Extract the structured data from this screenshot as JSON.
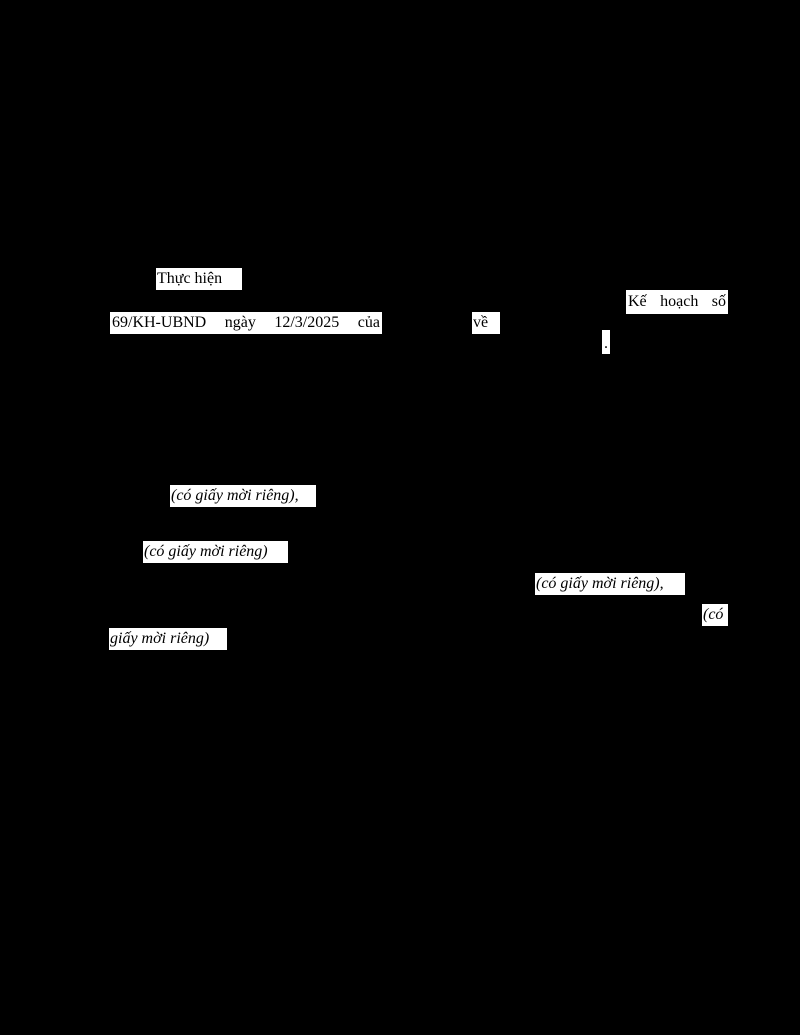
{
  "document": {
    "thuc_hien": "Thực hiện",
    "ke_hoach_words": [
      "Kế",
      "hoạch",
      "số"
    ],
    "line_words": [
      "69/KH-UBND",
      "ngày",
      "12/3/2025",
      "của"
    ],
    "ve": "về",
    "period": ".",
    "invites": [
      "(có giấy mời riêng),",
      "(có giấy mời riêng)",
      "(có giấy mời riêng),",
      "(có",
      "giấy mời riêng)"
    ]
  },
  "colors": {
    "redaction": "#000000",
    "paper": "#ffffff",
    "text": "#000000"
  }
}
